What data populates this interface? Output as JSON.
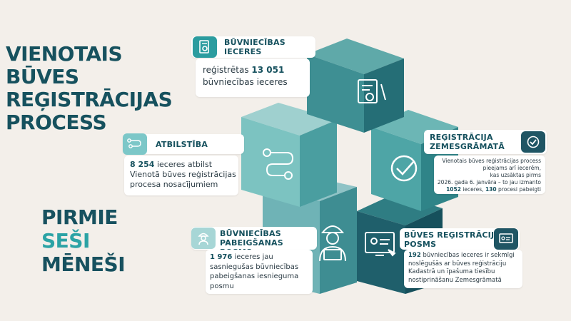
{
  "title": {
    "line1": "VIENOTAIS",
    "line2": "BŪVES",
    "line3": "REĢISTRĀCIJAS",
    "line4": "PROCESS"
  },
  "subtitle": {
    "line1": "PIRMIE",
    "line2": "SEŠI",
    "line3": "MĒNEŠI"
  },
  "cards": {
    "ieceres": {
      "title1": "BŪVNIECĪBAS",
      "title2": "IECERES",
      "body_pre": "reģistrētas ",
      "body_num": "13 051",
      "body_post": "būvniecības ieceres",
      "icon": "document-gear-icon"
    },
    "atbilstiba": {
      "title": "ATBILSTĪBA",
      "body_num": "8 254",
      "body_l1": " ieceres atbilst",
      "body_l2": "Vienotā būves reģistrācijas",
      "body_l3": "procesa nosacījumiem",
      "icon": "process-path-icon"
    },
    "zemesgramata": {
      "title1": "REĢISTRĀCIJA",
      "title2": "ZEMESGRĀMATĀ",
      "l1": "Vienotais būves reģistrācijas process",
      "l2": "pieejams arī iecerēm,",
      "l3": "kas uzsāktas pirms",
      "l4": "2026. gada 6. janvāra – to jau izmanto",
      "num1": "1052",
      "mid": " ieceres, ",
      "num2": "130",
      "end": " procesi pabeigti",
      "icon": "check-badge-icon"
    },
    "pabeigsana": {
      "title1": "BŪVNIECĪBAS",
      "title2": "PABEIGŠANAS POSMS",
      "num": "1 976",
      "l1": " ieceres jau",
      "l2": "sasniegušas būvniecības",
      "l3": "pabeigšanas iesnieguma",
      "l4": "posmu",
      "icon": "worker-icon"
    },
    "registracija": {
      "title1": "BŪVES REĢISTRĀCIJAS",
      "title2": "POSMS",
      "num": "192",
      "l1": " būvniecības ieceres ir sekmīgi",
      "l2": "noslēgušās ar būves reģistrāciju",
      "l3": "Kadastrā un īpašuma tiesību",
      "l4": "nostiprināšanu Zemesgrāmatā",
      "icon": "computer-id-icon"
    }
  },
  "colors": {
    "dark_teal": "#16515e",
    "teal": "#2ba3a5",
    "background": "#f3efea"
  }
}
